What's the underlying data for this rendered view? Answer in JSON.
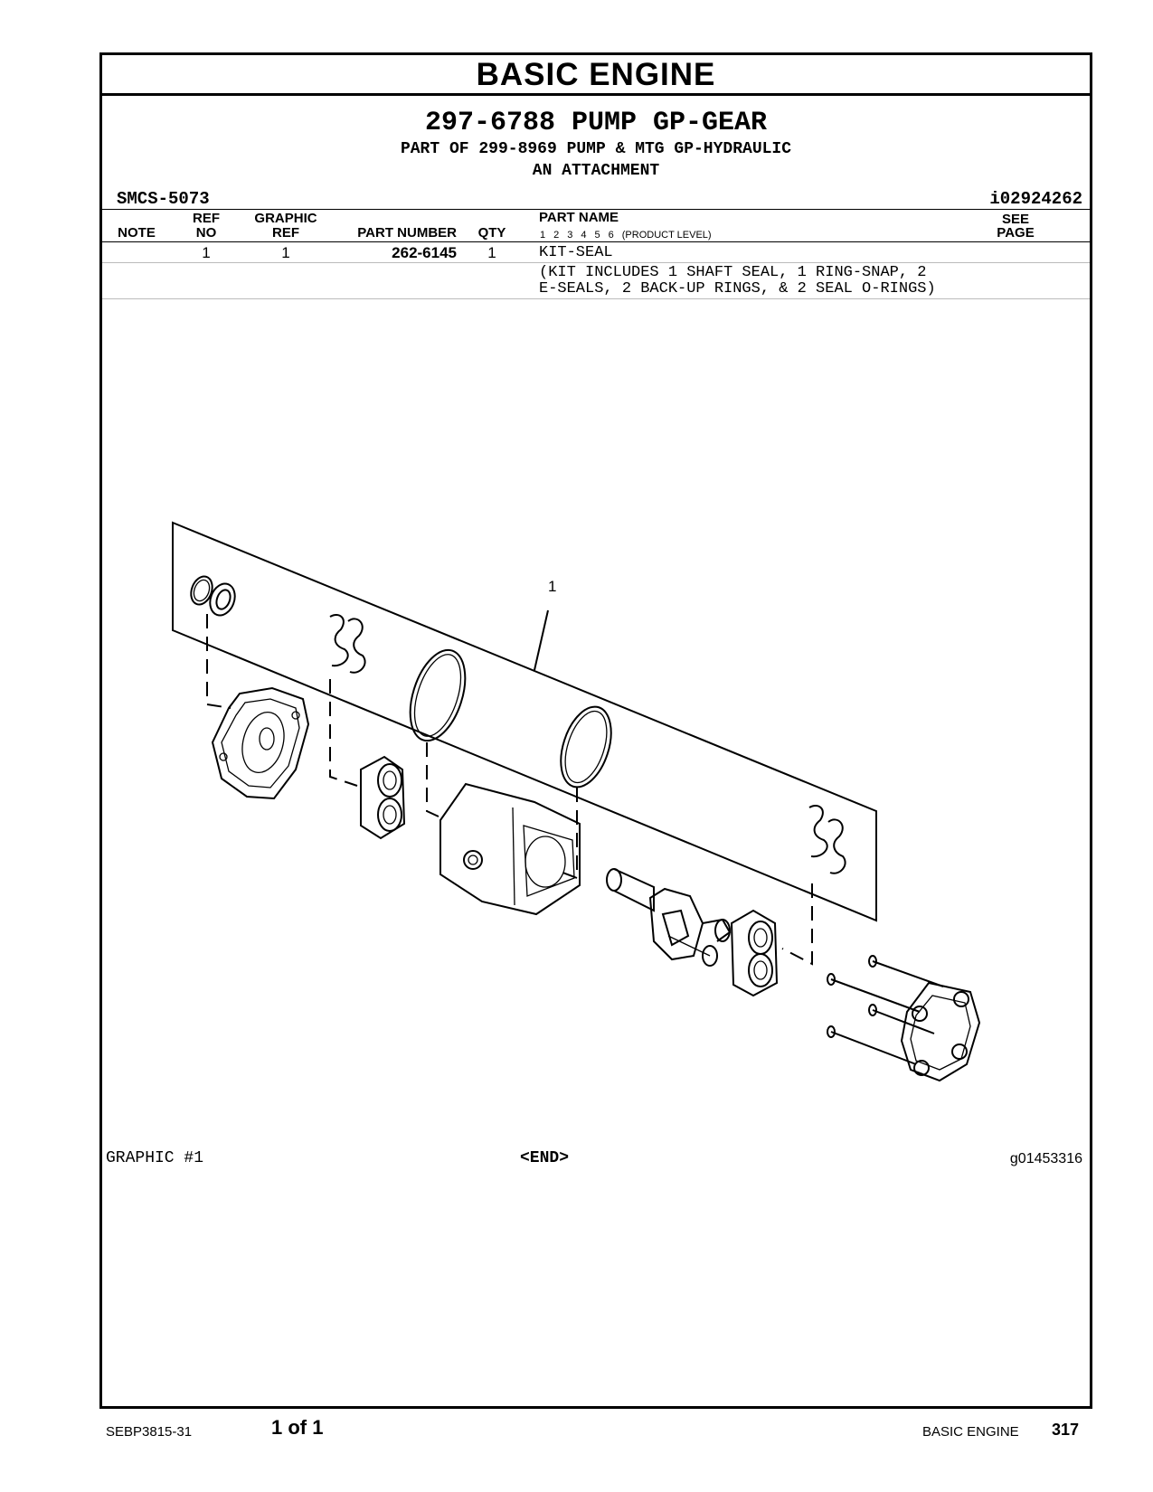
{
  "header": {
    "section_title": "BASIC ENGINE",
    "group_title": "297-6788 PUMP GP-GEAR",
    "part_of": "PART OF 299-8969 PUMP & MTG GP-HYDRAULIC",
    "attachment": "AN ATTACHMENT",
    "smcs": "SMCS-5073",
    "ident": "i02924262"
  },
  "table": {
    "columns": {
      "note": "NOTE",
      "ref_no_top": "REF",
      "ref_no_bottom": "NO",
      "graphic_ref_top": "GRAPHIC",
      "graphic_ref_bottom": "REF",
      "part_number": "PART NUMBER",
      "qty": "QTY",
      "part_name": "PART NAME",
      "product_levels": [
        "1",
        "2",
        "3",
        "4",
        "5",
        "6"
      ],
      "product_level_label": "(PRODUCT LEVEL)",
      "see_page_top": "SEE",
      "see_page_bottom": "PAGE"
    },
    "rows": [
      {
        "ref_no": "1",
        "graphic_ref": "1",
        "part_number": "262-6145",
        "qty": "1",
        "part_name": "KIT-SEAL",
        "description_line1": "(KIT INCLUDES 1 SHAFT SEAL, 1 RING-SNAP, 2",
        "description_line2": "E-SEALS, 2 BACK-UP RINGS, & 2 SEAL O-RINGS)"
      }
    ]
  },
  "graphic": {
    "callout": "1",
    "label": "GRAPHIC #1",
    "end_marker": "<END>",
    "graphic_id": "g01453316"
  },
  "footer": {
    "doc_number": "SEBP3815-31",
    "page_of": "1 of 1",
    "section": "BASIC ENGINE",
    "page_number": "317"
  }
}
